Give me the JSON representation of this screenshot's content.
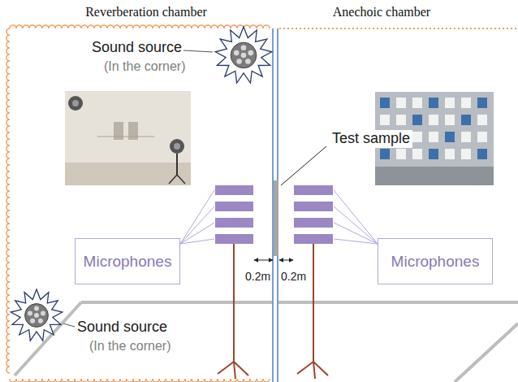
{
  "diagram": {
    "nodes": [
      {
        "text": [
          "Reverberation chamber"
        ]
      },
      {
        "text": [
          "Anechoic chamber"
        ]
      },
      {
        "text": [
          "Microphones"
        ],
        "in": 0
      },
      {
        "text": [
          "Microphones"
        ],
        "in": 1
      }
    ],
    "labels": [
      "Sound source",
      "(In the corner)",
      "Test sample",
      "0.2m",
      "0.2m",
      "Sound source",
      "(In the corner)"
    ]
  }
}
